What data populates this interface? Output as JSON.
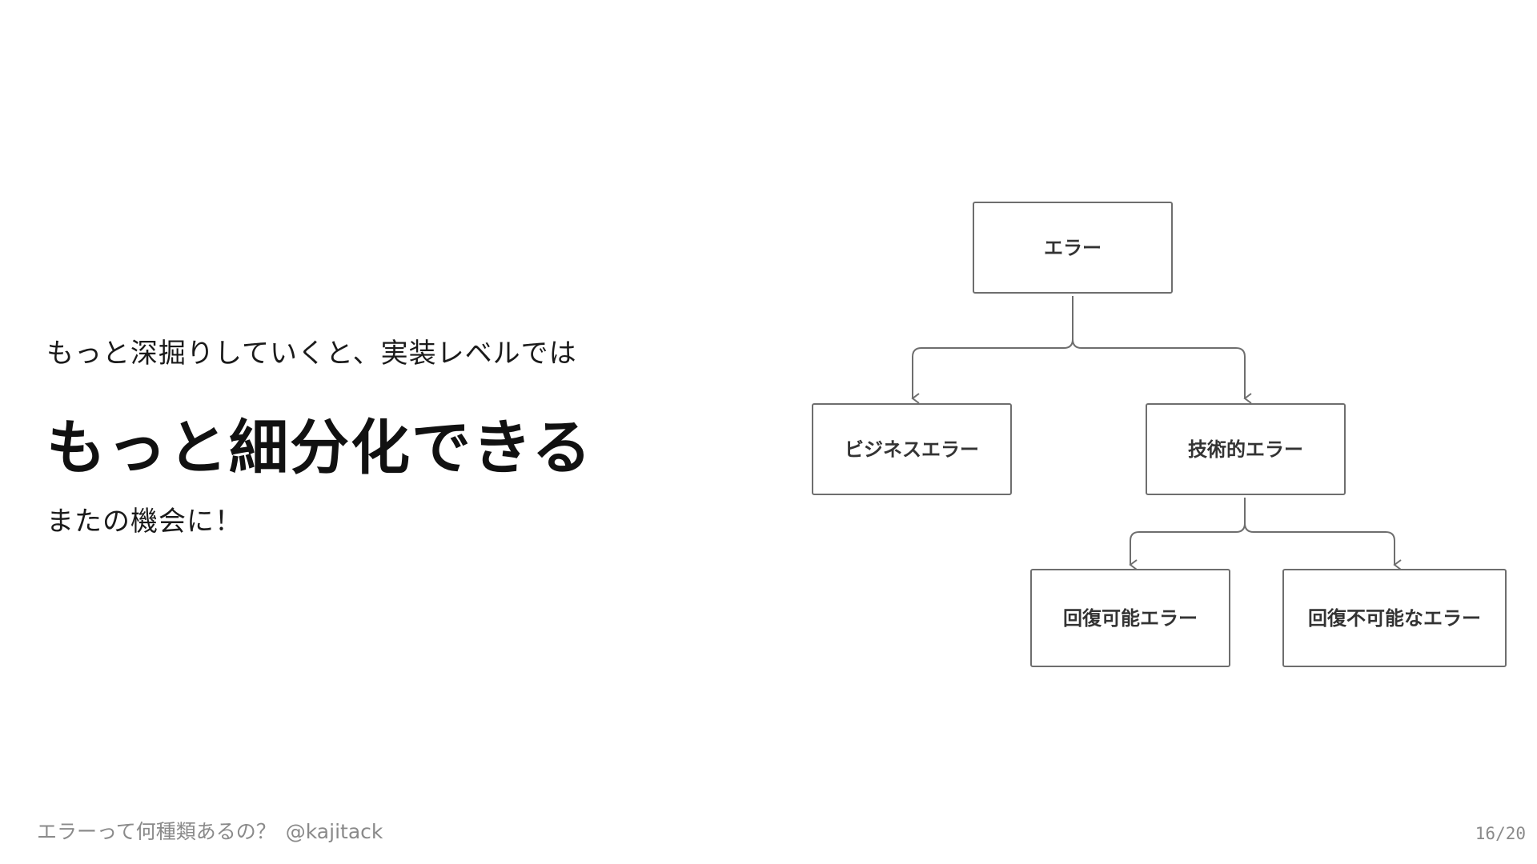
{
  "slide": {
    "lead": "もっと深掘りしていくと、実装レベルでは",
    "headline": "もっと細分化できる",
    "closing": "またの機会に！"
  },
  "diagram": {
    "nodes": {
      "root": "エラー",
      "business": "ビジネスエラー",
      "technical": "技術的エラー",
      "recoverable": "回復可能エラー",
      "unrecoverable": "回復不可能なエラー"
    }
  },
  "footer": {
    "title": "エラーって何種類あるの？",
    "handle": "@kajitack",
    "page": "16/20"
  },
  "colors": {
    "background": "#ffffff",
    "node_border": "#6e6e6e",
    "node_text": "#333333",
    "footer_text": "#8a8a8a"
  }
}
